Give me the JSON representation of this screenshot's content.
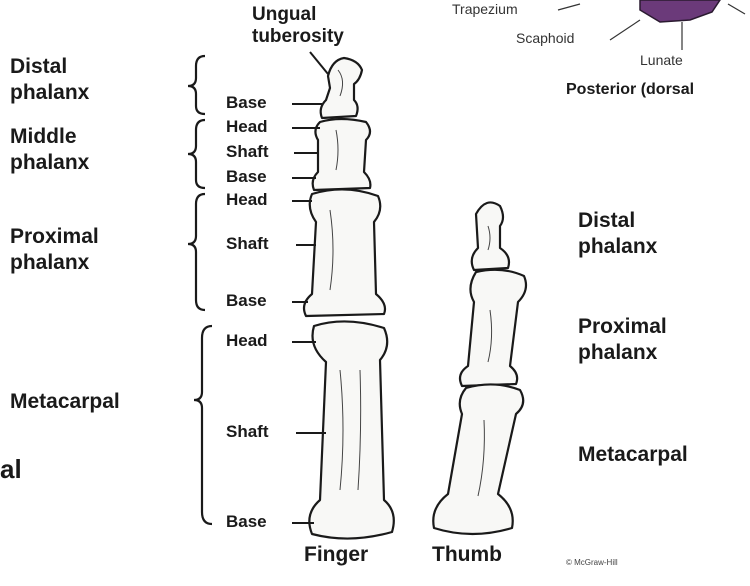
{
  "finger_labels": {
    "distal": "Distal\nphalanx",
    "middle": "Middle\nphalanx",
    "proximal": "Proximal\nphalanx",
    "metacarpal": "Metacarpal",
    "ungual": "Ungual\ntuberosity",
    "distal_base": "Base",
    "middle_head": "Head",
    "middle_shaft": "Shaft",
    "middle_base": "Base",
    "proximal_head": "Head",
    "proximal_shaft": "Shaft",
    "proximal_base": "Base",
    "meta_head": "Head",
    "meta_shaft": "Shaft",
    "meta_base": "Base",
    "caption": "Finger"
  },
  "thumb_labels": {
    "distal": "Distal\nphalanx",
    "proximal": "Proximal\nphalanx",
    "metacarpal": "Metacarpal",
    "caption": "Thumb"
  },
  "wrist_labels": {
    "trapezium": "Trapezium",
    "scaphoid": "Scaphoid",
    "lunate": "Lunate",
    "view": "Posterior (dorsal"
  },
  "left_fragment": "al",
  "copyright": "© McGraw-Hill"
}
